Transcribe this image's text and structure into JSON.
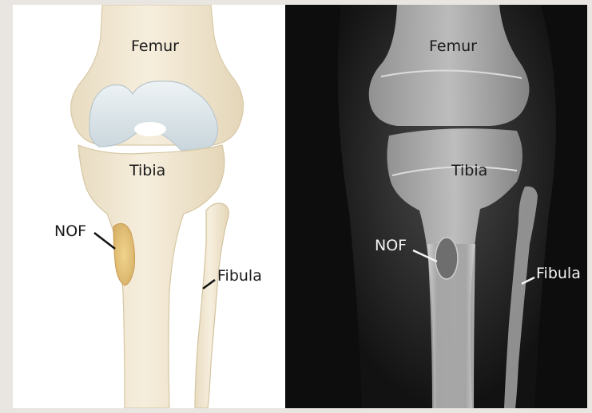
{
  "illustration": {
    "labels": {
      "femur": "Femur",
      "tibia": "Tibia",
      "nof": "NOF",
      "fibula": "Fibula"
    }
  },
  "xray": {
    "labels": {
      "femur": "Femur",
      "tibia": "Tibia",
      "nof": "NOF",
      "fibula": "Fibula"
    }
  },
  "colors": {
    "bone": "#f3ead6",
    "cartilage": "#dde6ea",
    "lesion": "#e0c07c",
    "xray_bg": "#0d0d0d"
  }
}
